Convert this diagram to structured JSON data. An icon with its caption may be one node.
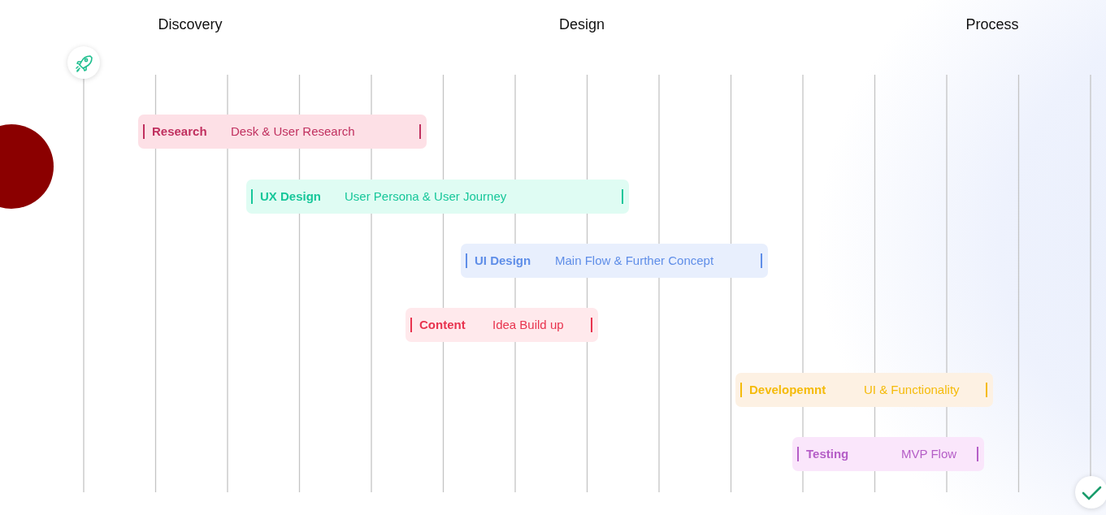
{
  "diagram": {
    "nodes": [
      {
        "text": [
          "Research",
          "Desk & User Research"
        ]
      },
      {
        "text": [
          "UX Design",
          "User Persona & User Journey"
        ]
      },
      {
        "text": [
          "UI Design",
          "Main Flow & Further Concept"
        ]
      },
      {
        "text": [
          "Content",
          "Idea Build up"
        ]
      },
      {
        "text": [
          "Developemnt",
          "UI & Functionality"
        ]
      },
      {
        "text": [
          "Testing",
          "MVP Flow"
        ]
      }
    ],
    "labels": [
      "Discovery",
      "Design",
      "Process"
    ]
  }
}
